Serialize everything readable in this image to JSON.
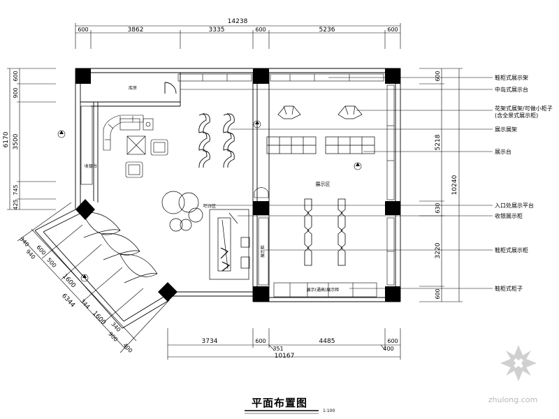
{
  "drawing": {
    "title": "平面布置图",
    "scale": "1:100",
    "watermark": "zhulong.com",
    "room_labels": {
      "top_left_room": "库房",
      "left_desk": "收银台",
      "center_area": "展示区",
      "counter_area": "吧台区"
    },
    "top_dimensions": {
      "overall": "14238",
      "segments": [
        "600",
        "3862",
        "3335",
        "600",
        "5236",
        "600"
      ]
    },
    "bottom_dimensions": {
      "overall": "10167",
      "segments": [
        "3734",
        "600",
        "4485",
        "600"
      ],
      "small": [
        "351",
        "400"
      ]
    },
    "left_dimensions": {
      "overall": "6170",
      "segments": [
        "600",
        "900",
        "3500",
        "745"
      ],
      "small": [
        "425"
      ]
    },
    "right_dimensions": {
      "overall": "10240",
      "segments": [
        "600",
        "5218",
        "630",
        "3220",
        "600"
      ]
    },
    "diagonal_dimensions": {
      "overall": "6344",
      "segments": [
        "340",
        "940",
        "600",
        "500",
        "1600",
        "344",
        "1600",
        "340",
        "900",
        "400"
      ]
    },
    "annotations": [
      "鞋柜式展示架",
      "中岛式展示台",
      "花架式展架/可做小柜子\n(含全景式展示柜)",
      "展示展架",
      "展示台",
      "入口处展示平台",
      "收银展示柜",
      "鞋柜式展示柜",
      "鞋柜式柜子"
    ],
    "furniture_labels": {
      "bottom_shelf": "展示(通高)展示柜",
      "vertical_shelf": "展示柜"
    }
  }
}
